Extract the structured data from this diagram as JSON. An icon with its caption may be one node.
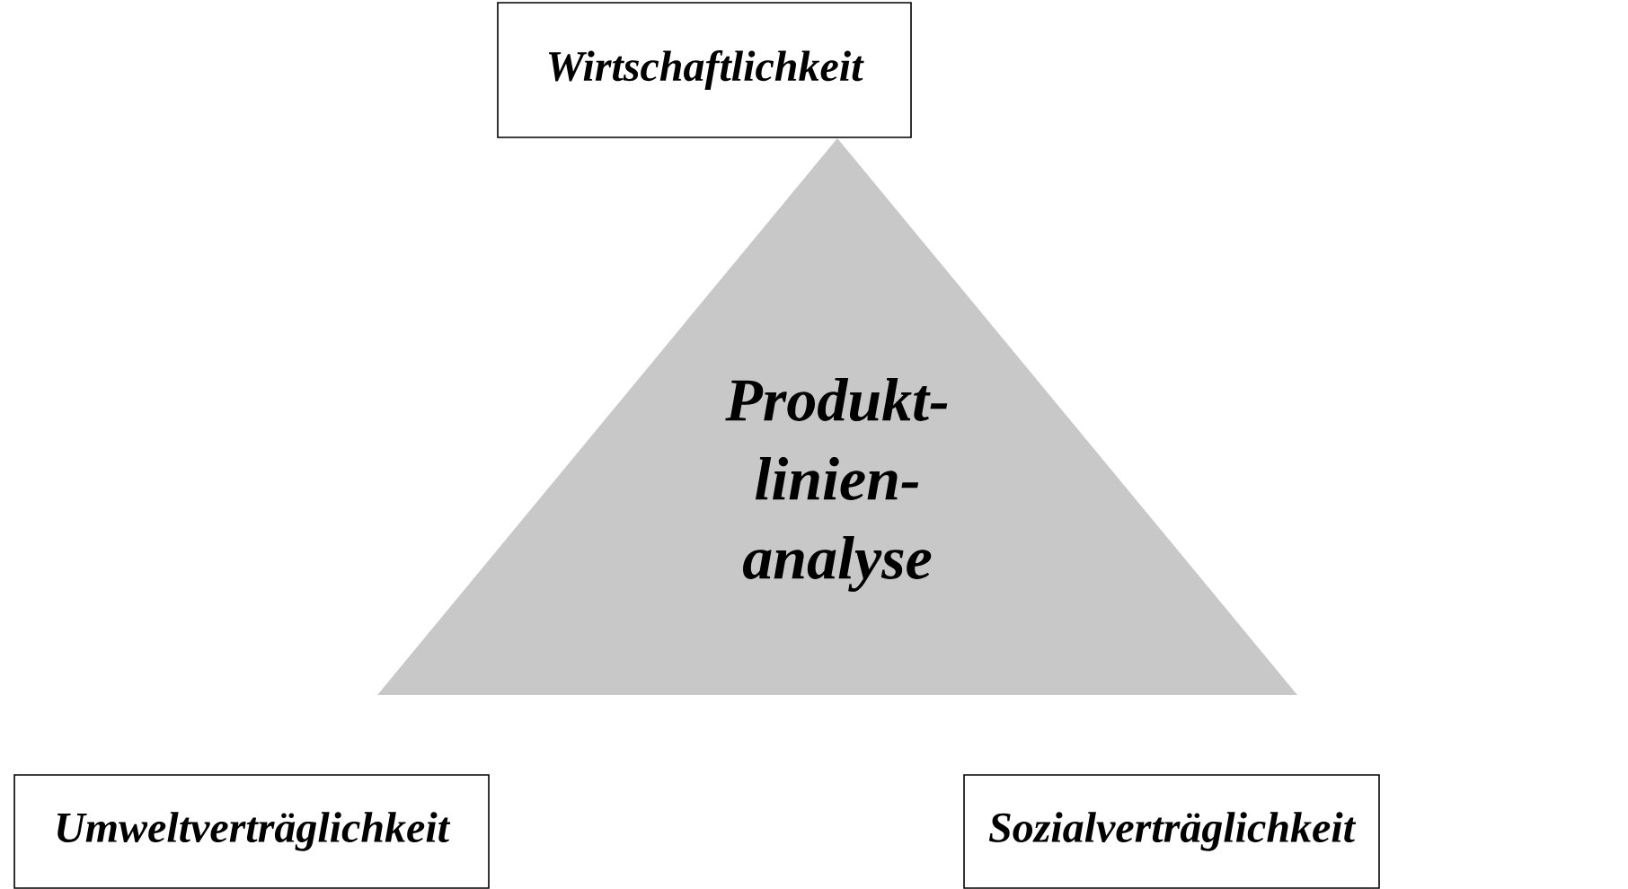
{
  "diagram": {
    "nodes": [
      {
        "text": [
          "Wirtschaftlichkeit"
        ]
      },
      {
        "text": [
          "Produkt- linien- analyse"
        ]
      },
      {
        "text": [
          "Umweltverträglichkeit"
        ]
      },
      {
        "text": [
          "Sozialverträglichkeit"
        ]
      }
    ]
  }
}
